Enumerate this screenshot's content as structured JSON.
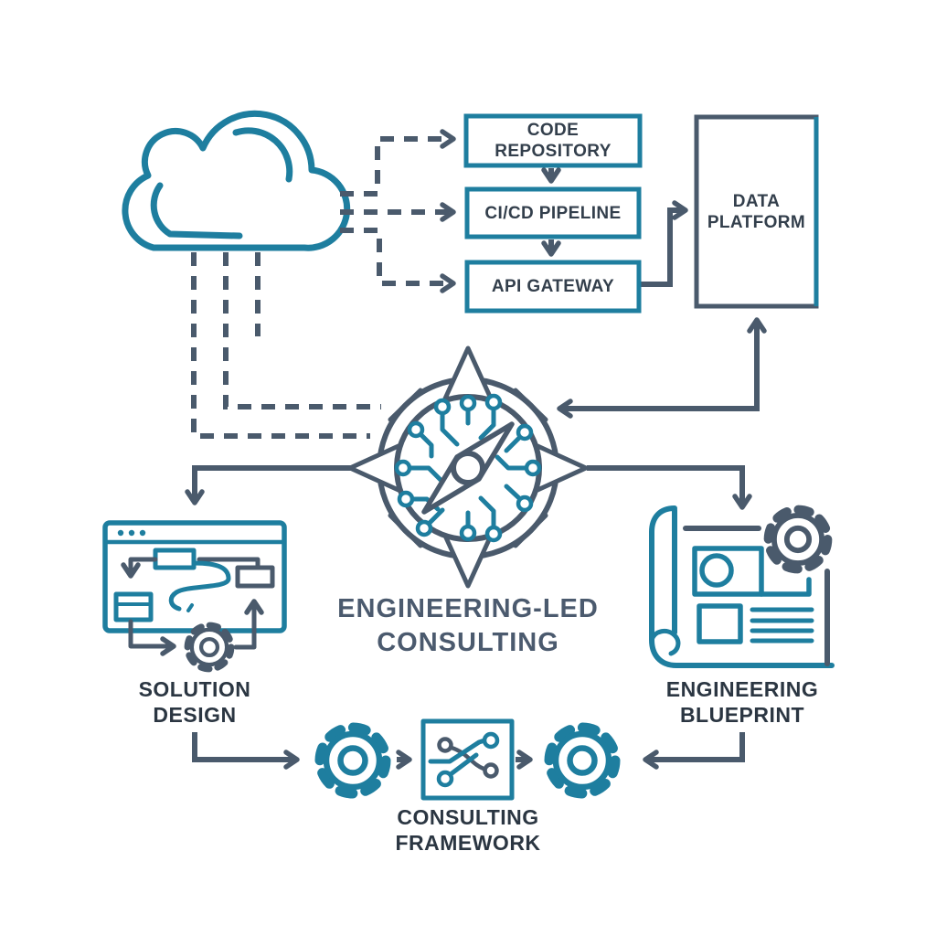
{
  "colors": {
    "teal": "#1E7E9F",
    "slate": "#4A5A6C",
    "boxtext": "#333F4C",
    "caption": "#2B3642",
    "title": "#4B5A6E",
    "bg": "#FFFFFF"
  },
  "title": {
    "lines": [
      "ENGINEERING-LED",
      "CONSULTING"
    ]
  },
  "pipeline": {
    "code_repository": {
      "lines": [
        "CODE",
        "REPOSITORY"
      ]
    },
    "cicd_pipeline": {
      "lines": [
        "CI/CD PIPELINE",
        ""
      ]
    },
    "api_gateway": {
      "lines": [
        "API GATEWAY",
        ""
      ]
    },
    "data_platform": {
      "lines": [
        "DATA",
        "PLATFORM"
      ]
    }
  },
  "capabilities": {
    "solution_design": {
      "lines": [
        "SOLUTION",
        "DESIGN"
      ]
    },
    "engineering_blueprint": {
      "lines": [
        "ENGINEERING",
        "BLUEPRINT"
      ]
    },
    "consulting_framework": {
      "lines": [
        "CONSULTING",
        "FRAMEWORK"
      ]
    }
  },
  "icons": {
    "cloud": "cloud-icon",
    "compass": "compass-circuit-icon",
    "browser": "browser-flowchart-icon",
    "blueprint": "blueprint-icon",
    "gear": "gear-icon",
    "circuit_split": "circuit-split-icon"
  }
}
